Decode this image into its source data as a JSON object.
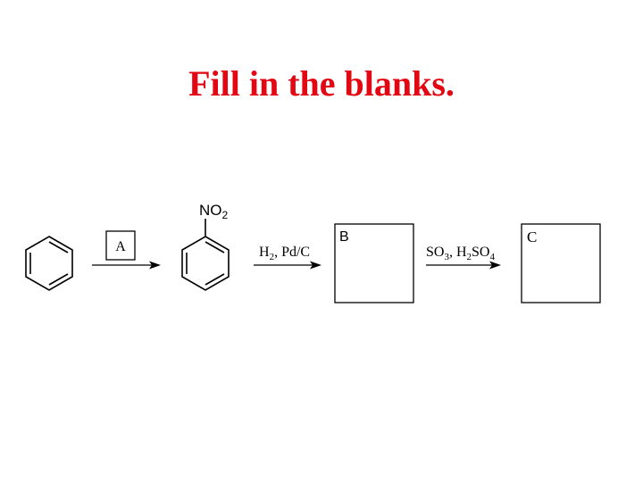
{
  "title": "Fill in the blanks.",
  "colors": {
    "title": "#e30613",
    "ink": "#000000",
    "background": "#ffffff"
  },
  "scheme": {
    "start_compound": "benzene",
    "step1": {
      "reagent_box_label": "A"
    },
    "intermediate": {
      "compound": "nitrobenzene",
      "substituent": "NO",
      "substituent_subscript": "2"
    },
    "step2": {
      "reagent_h": "H",
      "reagent_h_subscript": "2",
      "reagent_rest": ", Pd/C",
      "product_box_label": "B"
    },
    "step3": {
      "reagent_so": "SO",
      "reagent_so_subscript": "3",
      "reagent_h": ", H",
      "reagent_h_subscript": "2",
      "reagent_so4": "SO",
      "reagent_so4_subscript": "4",
      "product_box_label": "C"
    }
  }
}
